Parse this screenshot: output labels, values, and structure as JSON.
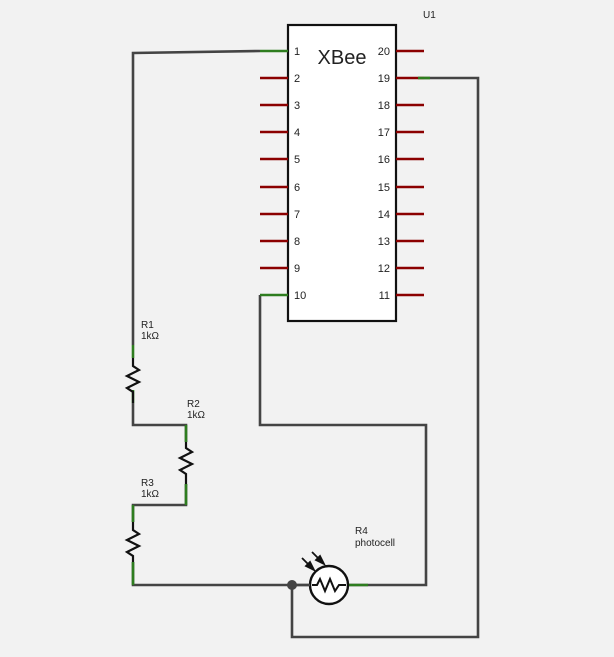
{
  "chip": {
    "designator": "U1",
    "name": "XBee",
    "left_pins": [
      "1",
      "2",
      "3",
      "4",
      "5",
      "6",
      "7",
      "8",
      "9",
      "10"
    ],
    "right_pins": [
      "20",
      "19",
      "18",
      "17",
      "16",
      "15",
      "14",
      "13",
      "12",
      "11"
    ]
  },
  "resistors": [
    {
      "ref": "R1",
      "value": "1kΩ"
    },
    {
      "ref": "R2",
      "value": "1kΩ"
    },
    {
      "ref": "R3",
      "value": "1kΩ"
    }
  ],
  "photocell": {
    "ref": "R4",
    "value": "photocell"
  },
  "colors": {
    "wire": "#444444",
    "pin": "#8b0000",
    "connected_pin": "#2e7d1f",
    "background": "#f2f2f2"
  }
}
